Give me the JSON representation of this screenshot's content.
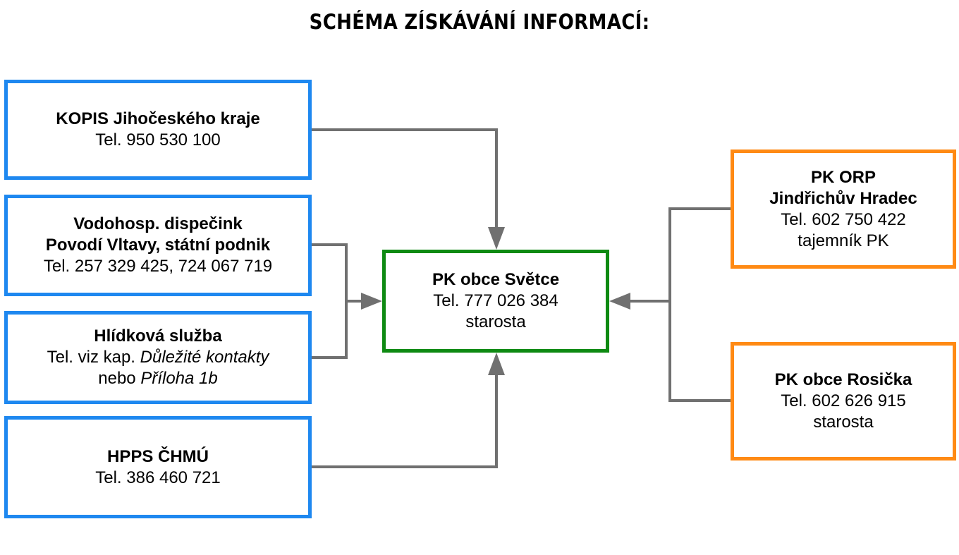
{
  "title": "SCHÉMA ZÍSKÁVÁNÍ INFORMACÍ:",
  "colors": {
    "blue": "#1e88f0",
    "green": "#0e8a12",
    "orange": "#ff8a14",
    "connector": "#707070"
  },
  "sources": {
    "kopis": {
      "name": "KOPIS Jihočeského kraje",
      "tel": "Tel. 950 530 100"
    },
    "vodohosp": {
      "name_1": "Vodohosp. dispečink",
      "name_2": "Povodí Vltavy, státní podnik",
      "tel": "Tel. 257 329 425, 724 067 719"
    },
    "hlidkova": {
      "name": "Hlídková služba",
      "tel_prefix": "Tel. viz kap. ",
      "tel_ref": "Důležité kontakty",
      "alt_prefix": "nebo ",
      "alt_ref": "Příloha 1b"
    },
    "hpps": {
      "name": "HPPS ČHMÚ",
      "tel": "Tel. 386 460 721"
    }
  },
  "center": {
    "name": "PK obce Světce",
    "tel": "Tel. 777 026 384",
    "role": "starosta"
  },
  "right": {
    "orp": {
      "name_1": "PK ORP",
      "name_2": "Jindřichův Hradec",
      "tel": "Tel. 602 750 422",
      "role": "tajemník PK"
    },
    "rosicka": {
      "name": "PK obce Rosička",
      "tel": "Tel. 602 626 915",
      "role": "starosta"
    }
  }
}
